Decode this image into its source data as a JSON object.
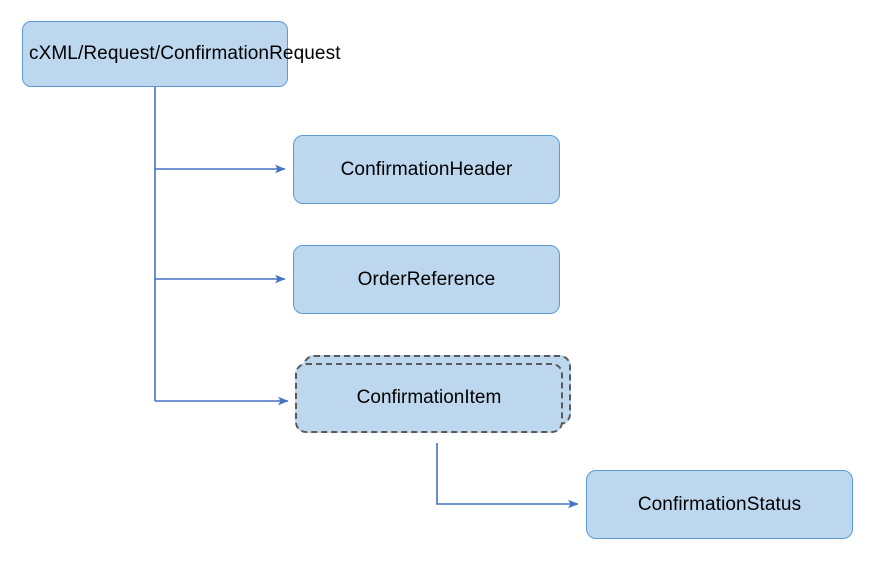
{
  "diagram": {
    "type": "cxml-element-tree",
    "title": "cXML ConfirmationRequest structure",
    "colors": {
      "node_fill": "#bdd7ee",
      "node_border": "#5b9bd5",
      "connector": "#4472c4",
      "repeating_border": "#595959",
      "text": "#000000",
      "background": "#ffffff"
    },
    "nodes": [
      {
        "id": "root",
        "label": "cXML/Request/ConfirmationRequest",
        "label_line1": "cXML/Request/Confirm",
        "label_line2": "ationRequest",
        "style": "solid",
        "repeating": false
      },
      {
        "id": "confirmationheader",
        "label": "ConfirmationHeader",
        "style": "solid",
        "repeating": false
      },
      {
        "id": "orderreference",
        "label": "OrderReference",
        "style": "solid",
        "repeating": false
      },
      {
        "id": "confirmationitem",
        "label": "ConfirmationItem",
        "style": "dash-dot",
        "repeating": true
      },
      {
        "id": "confirmationstatus",
        "label": "ConfirmationStatus",
        "style": "solid",
        "repeating": false
      }
    ],
    "edges": [
      {
        "id": "edge-root-confirmationheader",
        "from": "root",
        "to": "confirmationheader"
      },
      {
        "id": "edge-root-orderreference",
        "from": "root",
        "to": "orderreference"
      },
      {
        "id": "edge-root-confirmationitem",
        "from": "root",
        "to": "confirmationitem"
      },
      {
        "id": "edge-confirmationitem-confirmationstatus",
        "from": "confirmationitem",
        "to": "confirmationstatus"
      }
    ]
  }
}
